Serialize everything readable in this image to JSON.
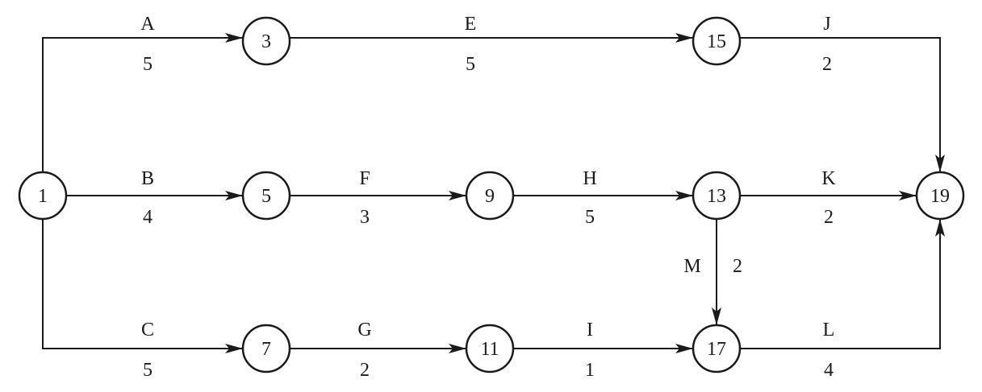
{
  "nodes": [
    {
      "id": "1",
      "label": "1"
    },
    {
      "id": "3",
      "label": "3"
    },
    {
      "id": "5",
      "label": "5"
    },
    {
      "id": "7",
      "label": "7"
    },
    {
      "id": "9",
      "label": "9"
    },
    {
      "id": "11",
      "label": "11"
    },
    {
      "id": "13",
      "label": "13"
    },
    {
      "id": "15",
      "label": "15"
    },
    {
      "id": "17",
      "label": "17"
    },
    {
      "id": "19",
      "label": "19"
    }
  ],
  "activities": [
    {
      "id": "A",
      "name": "A",
      "duration": "5",
      "from": "1",
      "to": "3"
    },
    {
      "id": "B",
      "name": "B",
      "duration": "4",
      "from": "1",
      "to": "5"
    },
    {
      "id": "C",
      "name": "C",
      "duration": "5",
      "from": "1",
      "to": "7"
    },
    {
      "id": "E",
      "name": "E",
      "duration": "5",
      "from": "3",
      "to": "15"
    },
    {
      "id": "F",
      "name": "F",
      "duration": "3",
      "from": "5",
      "to": "9"
    },
    {
      "id": "G",
      "name": "G",
      "duration": "2",
      "from": "7",
      "to": "11"
    },
    {
      "id": "H",
      "name": "H",
      "duration": "5",
      "from": "9",
      "to": "13"
    },
    {
      "id": "I",
      "name": "I",
      "duration": "1",
      "from": "11",
      "to": "17"
    },
    {
      "id": "J",
      "name": "J",
      "duration": "2",
      "from": "15",
      "to": "19"
    },
    {
      "id": "K",
      "name": "K",
      "duration": "2",
      "from": "13",
      "to": "19"
    },
    {
      "id": "L",
      "name": "L",
      "duration": "4",
      "from": "17",
      "to": "19"
    },
    {
      "id": "M",
      "name": "M",
      "duration": "2",
      "from": "13",
      "to": "17"
    }
  ]
}
